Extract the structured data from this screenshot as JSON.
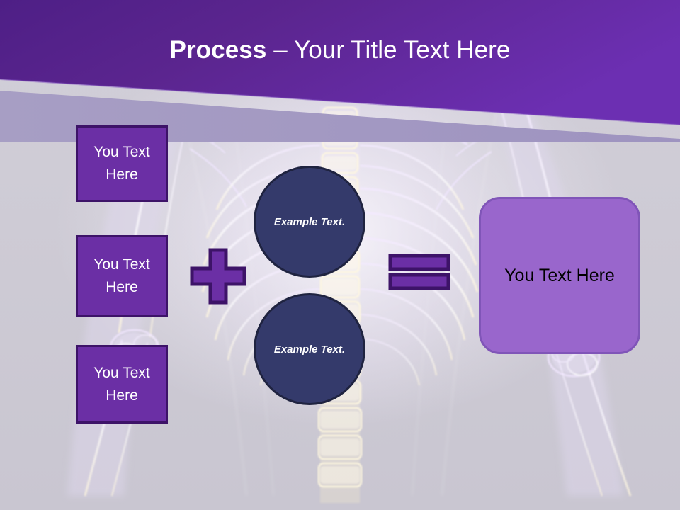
{
  "slide": {
    "title_bold": "Process",
    "title_sep": " – ",
    "title_rest": "Your Title Text Here",
    "background_description": "x-ray-skeleton-torso"
  },
  "colors": {
    "header_purple_dark": "#55228E",
    "header_purple_light": "#6A2EB0",
    "header_band_light": "#9D93BE",
    "slide_background": "#CFCCD6",
    "box_fill": "#6B2FA5",
    "box_border": "#3D1368",
    "circle_fill": "#343A6B",
    "circle_border": "#1F2340",
    "result_fill": "#9966CC",
    "result_border": "#8055B8",
    "title_text": "#FFFFFF",
    "result_text": "#000000"
  },
  "left_boxes": [
    {
      "label": "You Text Here"
    },
    {
      "label": "You Text Here"
    },
    {
      "label": "You Text Here"
    }
  ],
  "operators": {
    "plus": "plus-sign",
    "equals": "equals-sign"
  },
  "circles": [
    {
      "label": "Example Text."
    },
    {
      "label": "Example Text."
    }
  ],
  "result": {
    "label": "You Text Here"
  }
}
